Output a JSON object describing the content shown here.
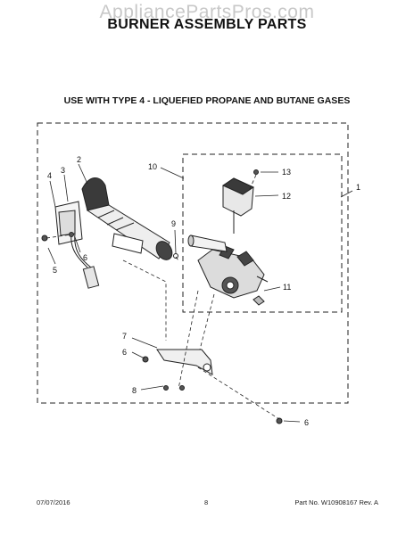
{
  "watermark": "AppliancePartsPros.com",
  "title": "BURNER ASSEMBLY PARTS",
  "subtitle": "USE WITH TYPE 4 - LIQUEFIED PROPANE AND BUTANE GASES",
  "callouts": [
    "1",
    "2",
    "3",
    "4",
    "5",
    "6",
    "6",
    "6",
    "7",
    "8",
    "9",
    "10",
    "11",
    "12",
    "13"
  ],
  "footer": {
    "date": "07/07/2016",
    "page_number": "8",
    "part_info": "Part No. W10908167  Rev. A"
  }
}
